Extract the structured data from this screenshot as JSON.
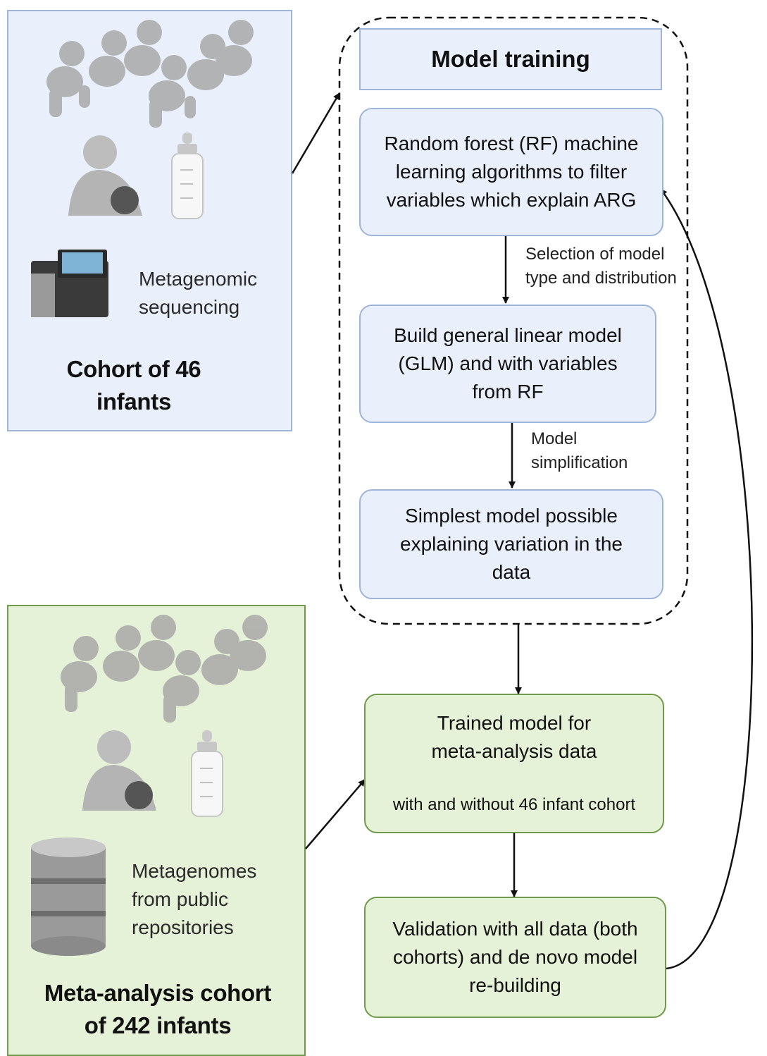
{
  "cohort1": {
    "title": "Cohort of 46\ninfants",
    "sequencing_label": "Metagenomic\nsequencing",
    "icons": [
      "babies-icon",
      "breastfeeding-icon",
      "baby-bottle-icon",
      "sequencer-icon"
    ]
  },
  "cohort2": {
    "title": "Meta-analysis cohort\nof 242 infants",
    "repository_label": "Metagenomes\nfrom  public\nrepositories",
    "icons": [
      "babies-icon",
      "breastfeeding-icon",
      "baby-bottle-icon",
      "database-icon"
    ]
  },
  "model_training": {
    "header": "Model training",
    "step1": "Random forest (RF) machine\nlearning algorithms to filter\nvariables which explain ARG",
    "edge1": "Selection of model\ntype and distribution",
    "step2": "Build general linear model\n(GLM) and with variables\nfrom RF",
    "edge2": "Model\nsimplification",
    "step3": "Simplest model possible\nexplaining variation in the\ndata"
  },
  "trained": {
    "title": "Trained model for\nmeta-analysis data",
    "note": "with and without 46 infant cohort"
  },
  "validation": {
    "text": "Validation with all data (both\ncohorts) and de novo model\nre-building"
  },
  "colors": {
    "blue_fill": "#e9f0fb",
    "blue_border": "#9fb4d9",
    "green_fill": "#e6f2d7",
    "green_border": "#6f9a4b",
    "icon_gray": "#a9a9a9"
  }
}
